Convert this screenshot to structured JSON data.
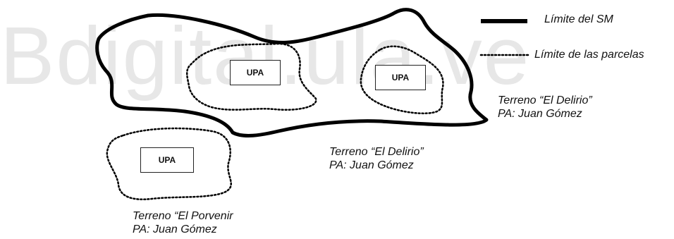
{
  "watermark": "Bdigital.ula.ve",
  "legend": {
    "sm_label": "Límite del SM",
    "parcel_label": "Límite de las parcelas"
  },
  "parcels": [
    {
      "upa": "UPA",
      "name": "Terreno “El Delirio”",
      "owner": "PA: Juan Gómez"
    },
    {
      "upa": "UPA",
      "name": "Terreno “El Delirio”",
      "owner": "PA: Juan Gómez"
    },
    {
      "upa": "UPA",
      "name": "Terreno “El Porvenir",
      "owner": "PA: Juan Gómez"
    }
  ],
  "colors": {
    "line": "#000000",
    "watermark": "#787878"
  }
}
